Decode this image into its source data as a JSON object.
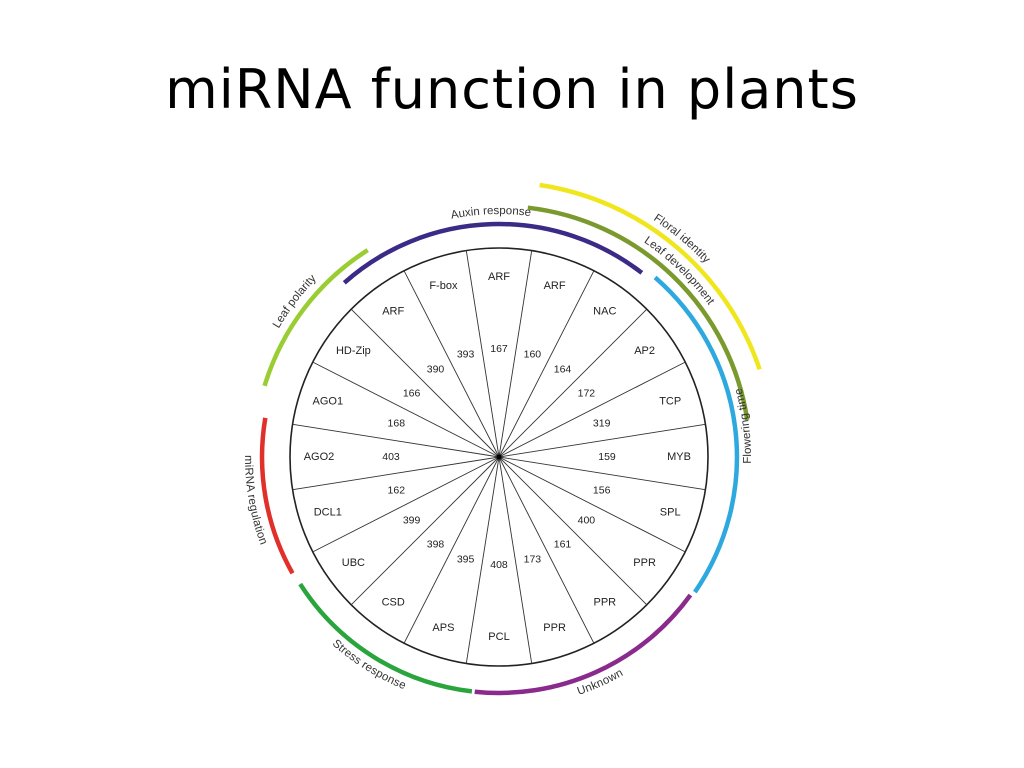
{
  "slide": {
    "title": "miRNA function in plants"
  },
  "diagram": {
    "segments": [
      {
        "gene": "ARF",
        "mirna": "167"
      },
      {
        "gene": "ARF",
        "mirna": "160"
      },
      {
        "gene": "NAC",
        "mirna": "164"
      },
      {
        "gene": "AP2",
        "mirna": "172"
      },
      {
        "gene": "TCP",
        "mirna": "319"
      },
      {
        "gene": "MYB",
        "mirna": "159"
      },
      {
        "gene": "SPL",
        "mirna": "156"
      },
      {
        "gene": "PPR",
        "mirna": "400"
      },
      {
        "gene": "PPR",
        "mirna": "161"
      },
      {
        "gene": "PPR",
        "mirna": "173"
      },
      {
        "gene": "PCL",
        "mirna": "408"
      },
      {
        "gene": "APS",
        "mirna": "395"
      },
      {
        "gene": "CSD",
        "mirna": "398"
      },
      {
        "gene": "UBC",
        "mirna": "399"
      },
      {
        "gene": "DCL1",
        "mirna": "162"
      },
      {
        "gene": "AGO2",
        "mirna": "403"
      },
      {
        "gene": "AGO1",
        "mirna": "168"
      },
      {
        "gene": "HD-Zip",
        "mirna": "166"
      },
      {
        "gene": "ARF",
        "mirna": "390"
      },
      {
        "gene": "F-box",
        "mirna": "393"
      }
    ],
    "categories": [
      {
        "name": "Auxin response",
        "color": "#3b2a86"
      },
      {
        "name": "Leaf development",
        "color": "#7a9a2e"
      },
      {
        "name": "Floral identity",
        "color": "#f0e61e"
      },
      {
        "name": "Flowering time",
        "color": "#2ea9df"
      },
      {
        "name": "Unknown",
        "color": "#8a2a8c"
      },
      {
        "name": "Stress response",
        "color": "#2aa43c"
      },
      {
        "name": "miRNA regulation",
        "color": "#e1302a"
      },
      {
        "name": "Leaf polarity",
        "color": "#9acd32"
      }
    ]
  }
}
